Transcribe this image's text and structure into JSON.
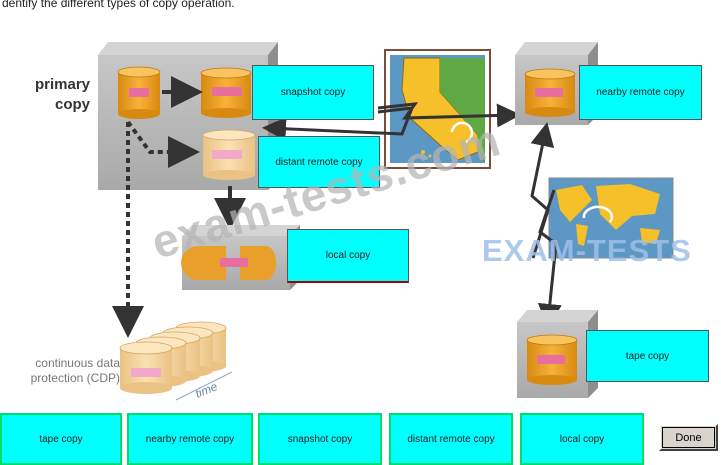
{
  "question": "dentify the different types of copy operation.",
  "diagram": {
    "primary_label_line1": "primary",
    "primary_label_line2": "copy",
    "cdp_label_line1": "continuous data",
    "cdp_label_line2": "protection (CDP)",
    "time_label": "time",
    "targets": {
      "snapshot": "snapshot copy",
      "distant_remote": "distant remote copy",
      "local": "local copy",
      "nearby_remote": "nearby remote copy",
      "tape": "tape copy"
    }
  },
  "answer_slots": [
    "tape copy",
    "nearby remote copy",
    "snapshot copy",
    "distant remote copy",
    "local copy"
  ],
  "done_label": "Done",
  "watermarks": {
    "main": "exam-tests.com",
    "secondary": "EXAM-TESTS"
  },
  "colors": {
    "answer_box": "#00ffff",
    "slot_border": "#00dd66",
    "cylinder": "#f0a028",
    "cylinder_light": "#f6d79b",
    "label_chip": "#e86ea0",
    "server_box": "#b8b8b8"
  }
}
